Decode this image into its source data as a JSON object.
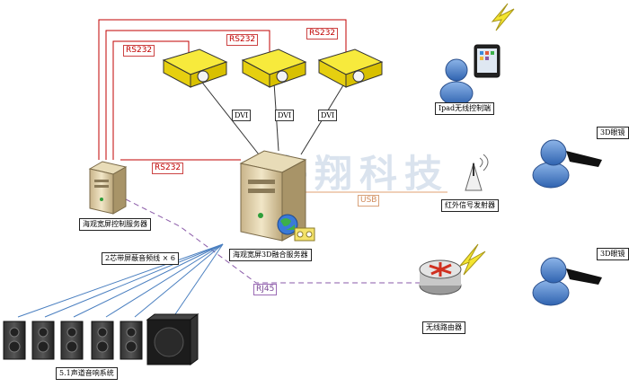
{
  "watermark": "海翔科技",
  "labels": {
    "rs232_a": "RS232",
    "rs232_b": "RS232",
    "rs232_c": "RS232",
    "rs232_d": "RS232",
    "dvi_1": "DVI",
    "dvi_2": "DVI",
    "dvi_3": "DVI",
    "usb": "USB",
    "rj45": "RJ45",
    "control_server": "海观宽屏控制服务器",
    "fusion_server": "海观宽屏3D融合服务器",
    "ipad": "Ipad无线控制端",
    "ir_emitter": "红外信号发射器",
    "glasses_1": "3D眼镜",
    "glasses_2": "3D眼镜",
    "router": "无线路由器",
    "audio_cable": "2芯带屏蔽音频线 × 6",
    "audio_system": "5.1声道音响系统"
  },
  "colors": {
    "rs232_line": "#c00000",
    "usb_line": "#e0a070",
    "rj45_line": "#8a5aa8",
    "dvi_line": "#333333",
    "audio_line": "#4a7fc0",
    "projector": "#f2e01a"
  }
}
